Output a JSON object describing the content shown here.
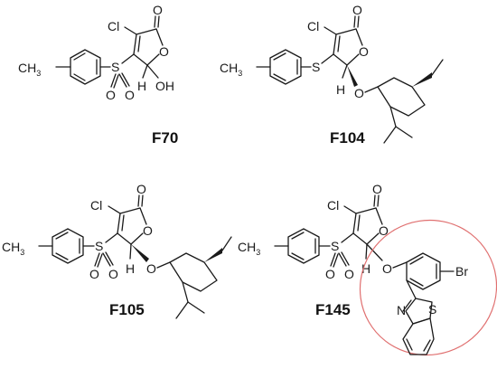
{
  "compounds": [
    {
      "id": "F70",
      "label": "F70"
    },
    {
      "id": "F104",
      "label": "F104"
    },
    {
      "id": "F105",
      "label": "F105"
    },
    {
      "id": "F145",
      "label": "F145"
    }
  ],
  "atoms": {
    "cl": "Cl",
    "o": "O",
    "s": "S",
    "h": "H",
    "oh": "OH",
    "ch": "CH",
    "three": "3",
    "br": "Br",
    "n": "N"
  },
  "colors": {
    "highlight": "#e07070",
    "ink": "#1a1a1a"
  }
}
